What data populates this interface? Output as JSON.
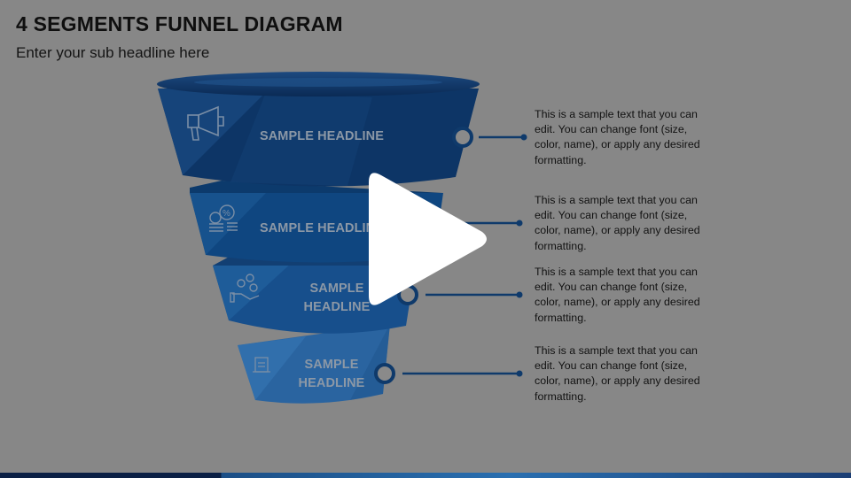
{
  "title": "4 SEGMENTS FUNNEL DIAGRAM",
  "subtitle": "Enter your sub headline here",
  "segments": [
    {
      "headline": "SAMPLE HEADLINE",
      "icon": "megaphone-icon",
      "text": "This is a sample text that you can edit. You can change font (size, color, name), or apply any desired formatting."
    },
    {
      "headline": "SAMPLE HEADLINE",
      "icon": "coins-percent-icon",
      "text": "This is a sample text that you can edit. You can change font (size, color, name), or apply any desired formatting."
    },
    {
      "headline_line1": "SAMPLE",
      "headline_line2": "HEADLINE",
      "icon": "hand-coins-icon",
      "text": "This is a sample text that you can edit. You can change font (size, color, name), or apply any desired formatting."
    },
    {
      "headline_line1": "SAMPLE",
      "headline_line2": "HEADLINE",
      "icon": "document-icon",
      "text": "This is a sample text that you can edit. You can change font (size, color, name), or apply any desired formatting."
    }
  ],
  "colors": {
    "background": "#878787",
    "segment1": "#0d3566",
    "segment2": "#0f4680",
    "segment3": "#174f8c",
    "segment4": "#2a64a0",
    "connector": "#0f3a6b",
    "headline_text": "#8c98a6"
  },
  "overlay": {
    "icon": "play-icon"
  }
}
